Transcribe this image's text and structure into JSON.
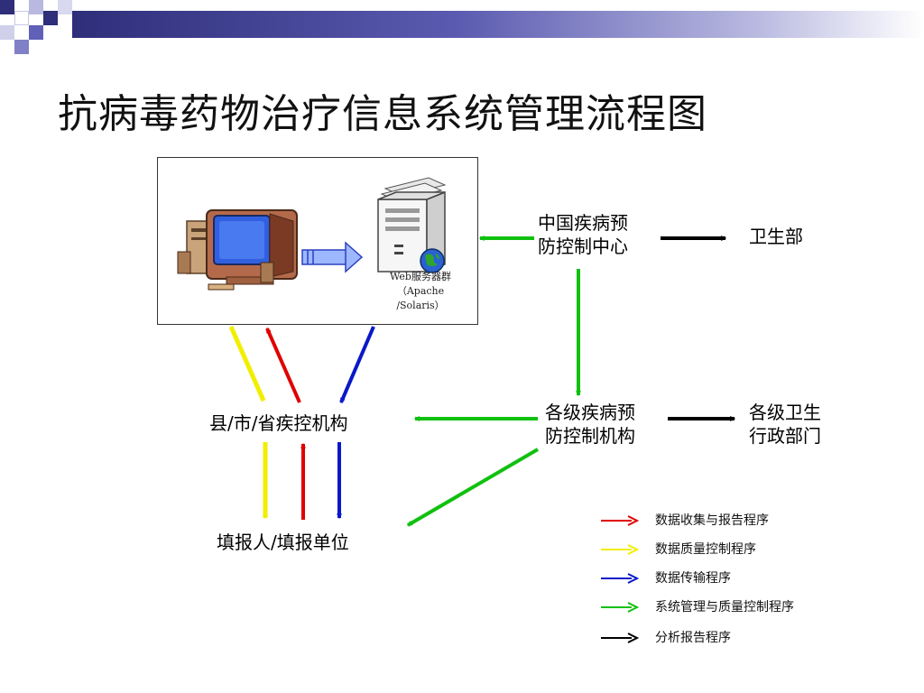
{
  "slide": {
    "title": "抗病毒药物治疗信息系统管理流程图"
  },
  "system": {
    "server_caption_line1": "Web服务器群",
    "server_caption_line2": "（Apache",
    "server_caption_line3": "/Solaris）"
  },
  "nodes": {
    "china_cdc_line1": "中国疾病预",
    "china_cdc_line2": "防控制中心",
    "ministry_of_health": "卫生部",
    "local_cdc_line1": "各级疾病预",
    "local_cdc_line2": "防控制机构",
    "local_health_admin_line1": "各级卫生",
    "local_health_admin_line2": "行政部门",
    "county_cdc": "县/市/省疾控机构",
    "reporters": "填报人/填报单位"
  },
  "legend": [
    {
      "label": "数据收集与报告程序",
      "color": "#e00000"
    },
    {
      "label": "数据质量控制程序",
      "color": "#f2ee00"
    },
    {
      "label": "数据传输程序",
      "color": "#0a18c8"
    },
    {
      "label": "系统管理与质量控制程序",
      "color": "#10c010"
    },
    {
      "label": "分析报告程序",
      "color": "#000000"
    }
  ],
  "colors": {
    "red": "#e00000",
    "yellow": "#f2ee00",
    "blue": "#0a18c8",
    "green": "#10c010",
    "black": "#000000",
    "title_bar": "#3a3a90"
  },
  "icons": {
    "computer": "desktop-computer-icon",
    "server": "web-server-cluster-icon",
    "transfer_arrow": "transfer-arrow-icon",
    "globe": "globe-icon"
  }
}
